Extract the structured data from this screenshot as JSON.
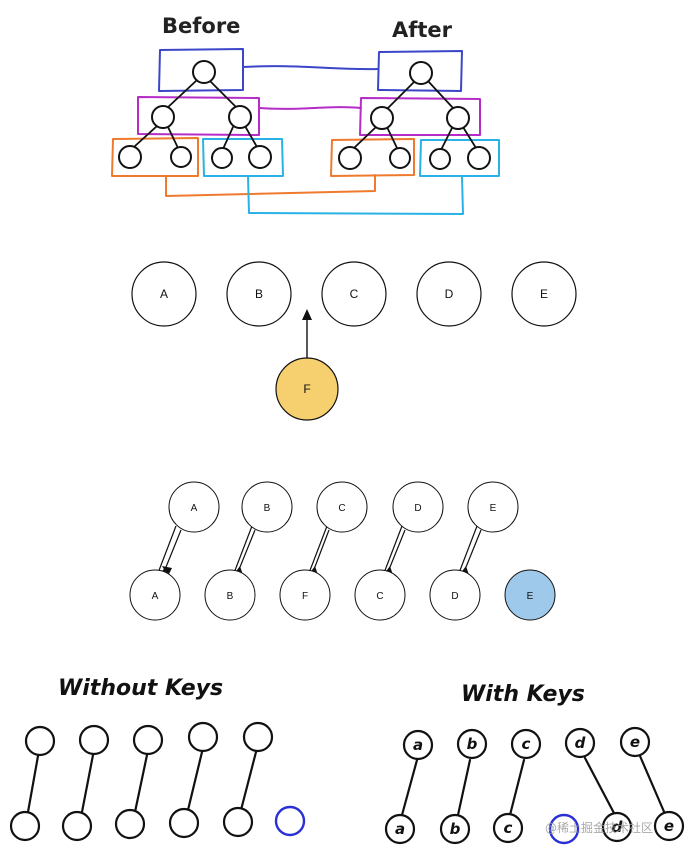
{
  "section1": {
    "before_label": "Before",
    "after_label": "After"
  },
  "section2": {
    "nodes": [
      "A",
      "B",
      "C",
      "D",
      "E"
    ],
    "inserted": "F"
  },
  "section3": {
    "top": [
      "A",
      "B",
      "C",
      "D",
      "E"
    ],
    "bottom": [
      "A",
      "B",
      "F",
      "C",
      "D",
      "E"
    ]
  },
  "section4": {
    "without_keys_label": "Without Keys",
    "with_keys_label": "With Keys",
    "with_keys_top": [
      "a",
      "b",
      "c",
      "d",
      "e"
    ],
    "with_keys_bottom": [
      "a",
      "b",
      "c",
      "d",
      "e"
    ]
  },
  "watermark": "@稀土掘金技术社区",
  "colors": {
    "level1": "#3b46c8",
    "level2": "#b62cc7",
    "left_group": "#ef7a2e",
    "right_group": "#2ab2e6",
    "inserted_fill": "#f6d06e",
    "moved_fill": "#9ec9ea",
    "new_ring": "#2b2fd6"
  }
}
